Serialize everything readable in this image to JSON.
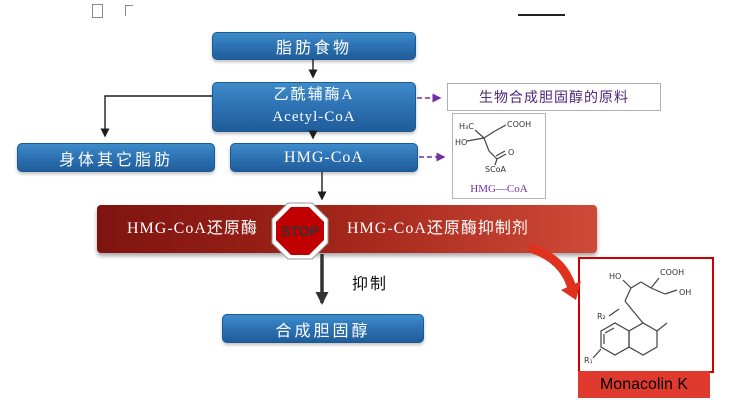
{
  "title": "cholesterol-synthesis-flowchart",
  "colors": {
    "node_blue": "#2e74b5",
    "banner_red_left": "#7e1410",
    "banner_red_right": "#cf4a38",
    "stop_red": "#c00000",
    "dashed_purple": "#7030a0",
    "accent_red": "#e0301e",
    "mona_border_red": "#cc0000"
  },
  "nodes": {
    "fat_food": "脂肪食物",
    "acetyl_cn": "乙酰辅酶A",
    "acetyl_en": "Acetyl-CoA",
    "raw_material": "生物合成胆固醇的原料",
    "body_fat": "身体其它脂肪",
    "hmg_coa": "HMG-CoA",
    "reductase": "HMG-CoA还原酶",
    "stop": "STOP",
    "inhibitor": "HMG-CoA还原酶抑制剂",
    "inhibit": "抑制",
    "synthesize": "合成胆固醇"
  },
  "hmg_structure": {
    "h3c": "H₃C",
    "ho": "HO",
    "cooh": "COOH",
    "o": "O",
    "scoa": "SCoA",
    "caption": "HMG—CoA"
  },
  "monacolin_structure": {
    "ho": "HO",
    "cooh": "COOH",
    "oh": "OH",
    "r2": "R₂",
    "r1": "R₁",
    "caption": "Monacolin K"
  }
}
